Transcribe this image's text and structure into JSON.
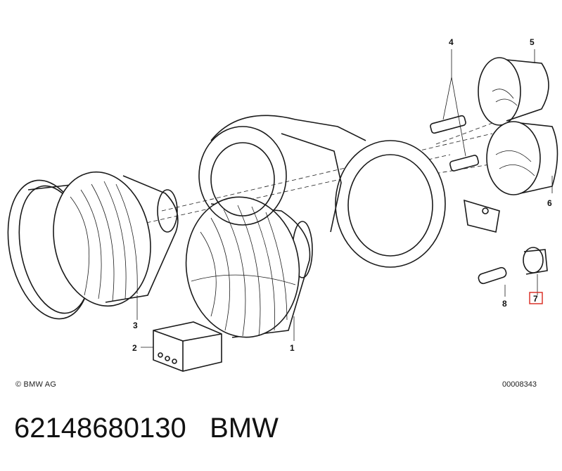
{
  "callouts": {
    "p1": "1",
    "p2": "2",
    "p3": "3",
    "p4": "4",
    "p5": "5",
    "p6": "6",
    "p7": "7",
    "p8": "8"
  },
  "highlight_color": "#d9261c",
  "footer": {
    "copyright": "© BMW AG",
    "drawing_number": "00008343"
  },
  "caption": {
    "part_number": "62148680130",
    "brand": "BMW"
  }
}
